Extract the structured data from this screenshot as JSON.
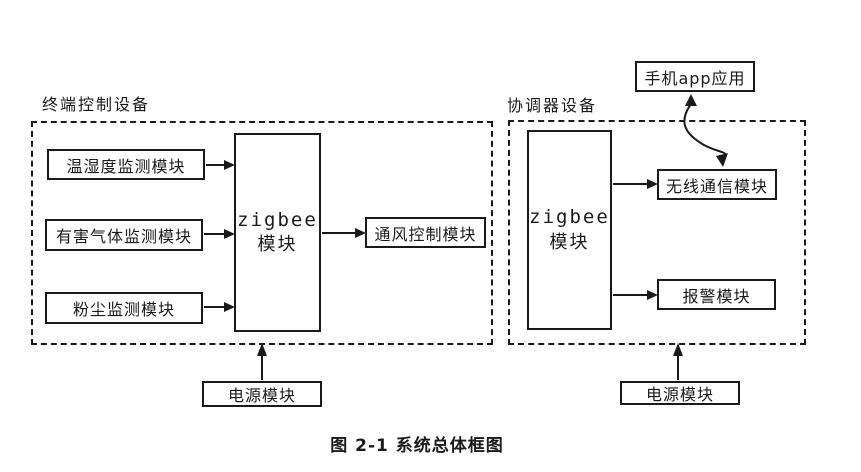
{
  "colors": {
    "line": "#1a1a1a",
    "background": "#ffffff"
  },
  "diagram": {
    "caption": "图 2-1 系统总体框图",
    "terminal_group": {
      "label": "终端控制设备",
      "temp_module": "温湿度监测模块",
      "gas_module": "有害气体监测模块",
      "dust_module": "粉尘监测模块",
      "zigbee_line1": "zigbee",
      "zigbee_line2": "模块",
      "vent_module": "通风控制模块",
      "power_module": "电源模块"
    },
    "coordinator_group": {
      "label": "协调器设备",
      "phone_app": "手机app应用",
      "zigbee_line1": "zigbee",
      "zigbee_line2": "模块",
      "wireless_module": "无线通信模块",
      "alarm_module": "报警模块",
      "power_module": "电源模块"
    }
  }
}
